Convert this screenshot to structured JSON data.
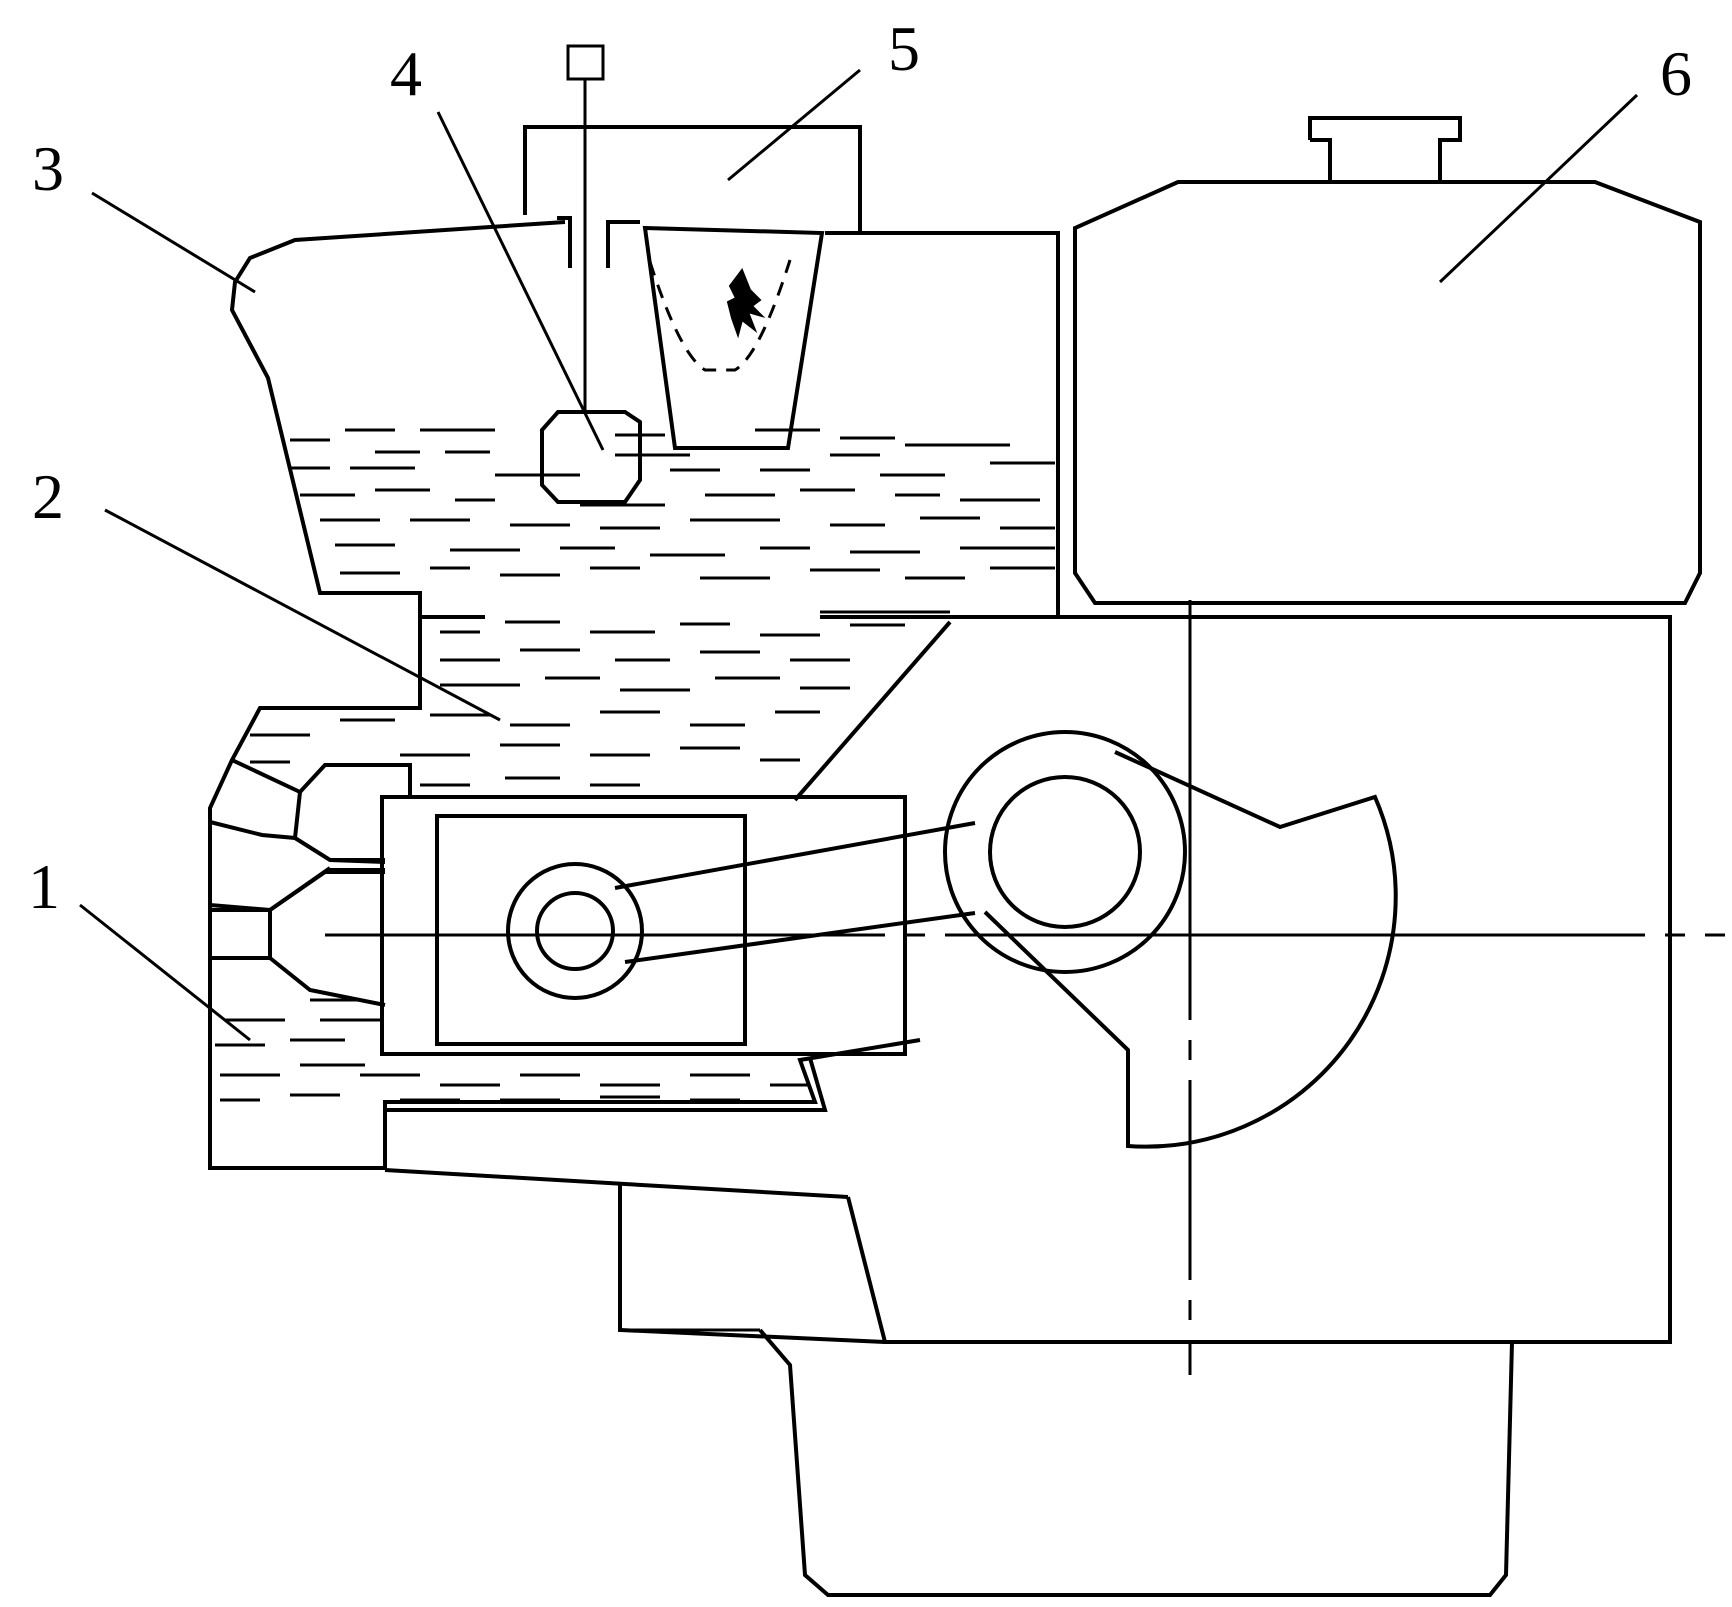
{
  "labels": {
    "1": "1",
    "2": "2",
    "3": "3",
    "4": "4",
    "5": "5",
    "6": "6"
  },
  "colors": {
    "line": "#000000",
    "background": "#ffffff"
  }
}
